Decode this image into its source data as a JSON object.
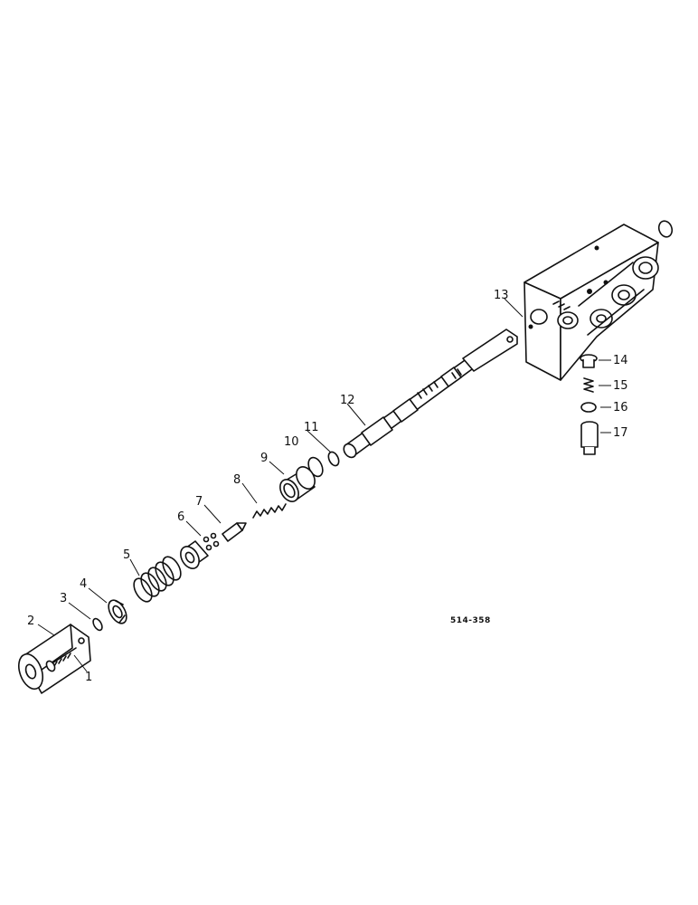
{
  "callouts": [
    "1",
    "2",
    "3",
    "4",
    "5",
    "6",
    "7",
    "8",
    "9",
    "10",
    "11",
    "12",
    "13",
    "14",
    "15",
    "16",
    "17"
  ],
  "reference_code": "514-358"
}
